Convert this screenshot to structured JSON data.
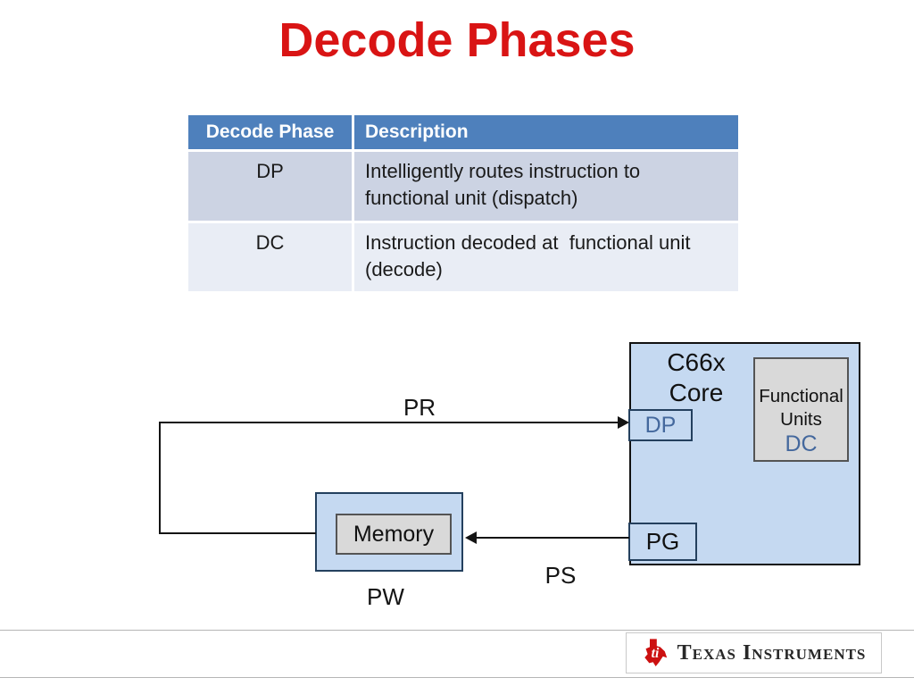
{
  "slide": {
    "title": "Decode Phases"
  },
  "table": {
    "headers": {
      "phase": "Decode Phase",
      "description": "Description"
    },
    "rows": [
      {
        "phase": "DP",
        "description": "Intelligently routes instruction to functional unit (dispatch)"
      },
      {
        "phase": "DC",
        "description": "Instruction decoded at  functional unit (decode)"
      }
    ]
  },
  "diagram": {
    "core": {
      "line1": "C66x",
      "line2": "Core"
    },
    "dp_box": {
      "label": "DP"
    },
    "pg_box": {
      "label": "PG"
    },
    "functional_units": {
      "line1": "Functional",
      "line2": "Units",
      "stage": "DC"
    },
    "memory": {
      "label": "Memory"
    },
    "labels": {
      "pr": "PR",
      "ps": "PS",
      "pw": "PW"
    }
  },
  "footer": {
    "brand": "Texas Instruments"
  },
  "colors": {
    "title_red": "#d91414",
    "table_header_bg": "#4e80bc",
    "table_row_odd": "#ccd3e3",
    "table_row_even": "#e9edf5",
    "box_blue_fill": "#c5d9f1",
    "box_grey_fill": "#d9d9d9",
    "stage_text_blue": "#44689d",
    "logo_red": "#cc1010"
  }
}
